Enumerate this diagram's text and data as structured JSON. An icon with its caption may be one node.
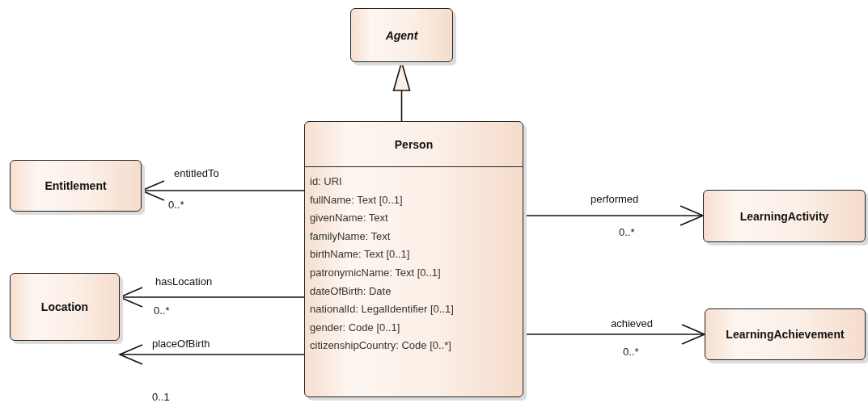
{
  "diagram": {
    "nodes": [
      {
        "text": [
          "Agent"
        ]
      },
      {
        "text": [
          "Person",
          "id: URI",
          "fullName: Text [0..1]",
          "givenName: Text",
          "familyName: Text",
          "birthName: Text [0..1]",
          "patronymicName: Text [0..1]",
          "dateOfBirth: Date",
          "nationalId: LegalIdentifier [0..1]",
          "gender: Code [0..1]",
          "citizenshipCountry: Code [0..*]"
        ]
      },
      {
        "text": [
          "Entitlement"
        ]
      },
      {
        "text": [
          "Location"
        ]
      },
      {
        "text": [
          "LearningActivity"
        ]
      },
      {
        "text": [
          "LearningAchievement"
        ]
      }
    ],
    "edges": [
      {
        "from": 1,
        "to": 0,
        "arrow": "to"
      },
      {
        "from": 1,
        "to": 2,
        "arrow": "to",
        "label": "entitledTo"
      },
      {
        "from": 1,
        "to": 4,
        "arrow": "to",
        "label": "performed"
      },
      {
        "from": 1,
        "to": 3,
        "arrow": "to",
        "label": "hasLocation"
      },
      {
        "from": 1,
        "to": 5,
        "arrow": "to",
        "label": "achieved"
      },
      {
        "from": 1,
        "to": 3,
        "arrow": "to",
        "label": "placeOfBirth"
      }
    ],
    "labels": [
      "0..*",
      "0..*",
      "0..*",
      "0..*",
      "0..1"
    ]
  }
}
